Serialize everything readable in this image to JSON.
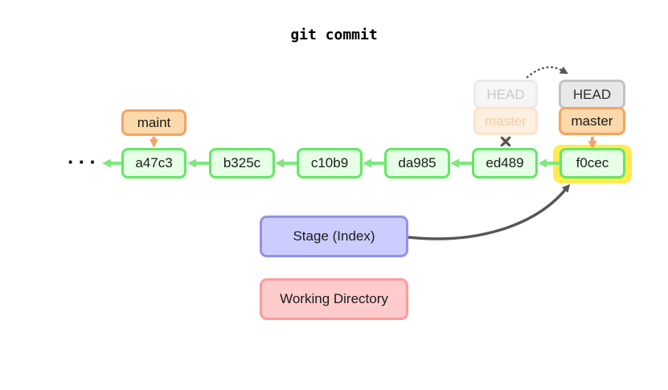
{
  "title": "git commit",
  "ellipsis": "···",
  "cross_mark": "×",
  "commits": [
    "a47c3",
    "b325c",
    "c10b9",
    "da985",
    "ed489",
    "f0cec"
  ],
  "branch_labels": {
    "maint": "maint",
    "head_old": "HEAD",
    "master_old": "master",
    "head_new": "HEAD",
    "master_new": "master"
  },
  "areas": {
    "stage": "Stage (Index)",
    "working_directory": "Working Directory"
  },
  "colors": {
    "commit_fill": "#e6ffe6",
    "commit_border": "#64e764",
    "commit_arrow": "#7de87d",
    "branch_fill": "#fbd9ab",
    "branch_border": "#f2a562",
    "head_fill": "#e8e8e8",
    "head_border": "#c4c4c4",
    "highlight_yellow": "#ffeb4f",
    "stage_fill": "#ccccff",
    "stage_border": "#9191ea",
    "working_dir_fill": "#ffcbcb",
    "working_dir_border": "#ff9b9b",
    "dark_arrow": "#575757"
  }
}
